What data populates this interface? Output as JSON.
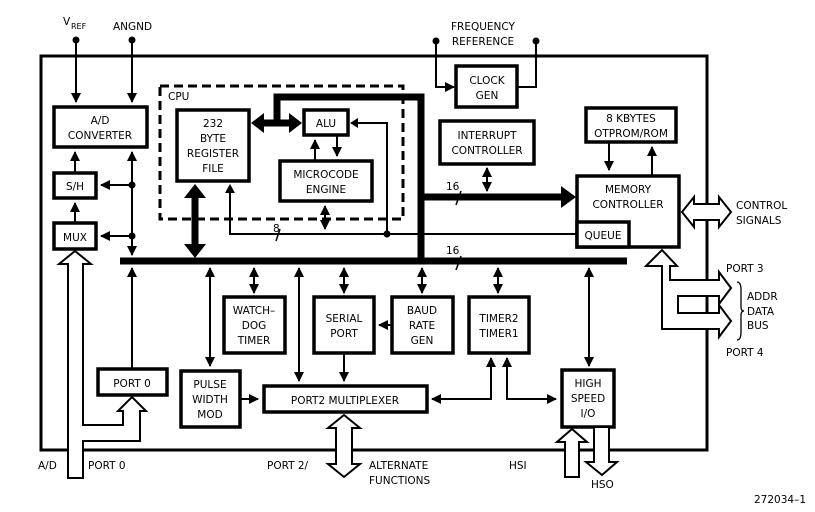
{
  "diagram": {
    "title": "Microcontroller block diagram",
    "figure_id": "272034–1",
    "ink_color": "#000000",
    "background_color": "#ffffff",
    "external_pins": {
      "vref": {
        "main": "V",
        "sub": "REF"
      },
      "angnd": "ANGND",
      "frequency_reference": [
        "FREQUENCY",
        "REFERENCE"
      ]
    },
    "cpu_group_label": "CPU",
    "blocks": {
      "ad_converter": [
        "A/D",
        "CONVERTER"
      ],
      "sample_hold": [
        "S/H"
      ],
      "mux": [
        "MUX"
      ],
      "register_file": [
        "232",
        "BYTE",
        "REGISTER",
        "FILE"
      ],
      "alu": [
        "ALU"
      ],
      "microcode_engine": [
        "MICROCODE",
        "ENGINE"
      ],
      "clock_gen": [
        "CLOCK",
        "GEN"
      ],
      "interrupt_controller": [
        "INTERRUPT",
        "CONTROLLER"
      ],
      "otprom_rom": [
        "8 KBYTES",
        "OTPROM/ROM"
      ],
      "memory_controller": [
        "MEMORY",
        "CONTROLLER"
      ],
      "queue": [
        "QUEUE"
      ],
      "watchdog_timer": [
        "WATCH–",
        "DOG",
        "TIMER"
      ],
      "serial_port": [
        "SERIAL",
        "PORT"
      ],
      "baud_rate_gen": [
        "BAUD",
        "RATE",
        "GEN"
      ],
      "timers": [
        "TIMER2",
        "TIMER1"
      ],
      "port0": [
        "PORT 0"
      ],
      "pulse_width_mod": [
        "PULSE",
        "WIDTH",
        "MOD"
      ],
      "port2_multiplexer": [
        "PORT2 MULTIPLEXER"
      ],
      "high_speed_io": [
        "HIGH",
        "SPEED",
        "I/O"
      ]
    },
    "bus_widths": {
      "register_bus": "8",
      "memory_bus": "16",
      "main_bus": "16"
    },
    "external_labels": {
      "control_signals": [
        "CONTROL",
        "SIGNALS"
      ],
      "port3": "PORT 3",
      "port4": "PORT 4",
      "addr_data_bus": [
        "ADDR",
        "DATA",
        "BUS"
      ],
      "ad": "A/D",
      "port0": "PORT 0",
      "port2_alt": "PORT 2/",
      "alternate_functions": [
        "ALTERNATE",
        "FUNCTIONS"
      ],
      "hsi": "HSI",
      "hso": "HSO"
    }
  }
}
